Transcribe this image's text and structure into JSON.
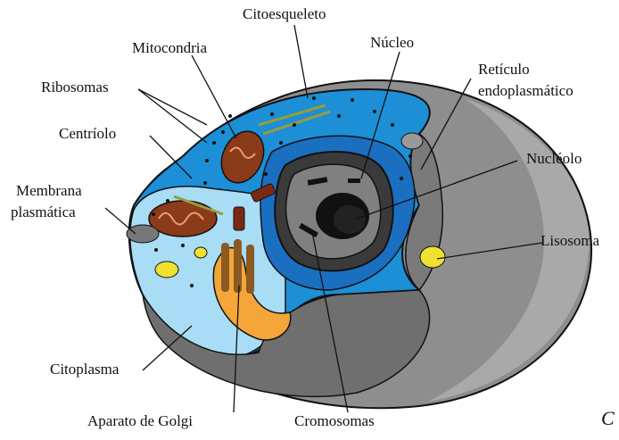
{
  "labels": {
    "citoesqueleto": "Citoesqueleto",
    "mitocondria": "Mitocondria",
    "nucleo": "Núcleo",
    "ribosomas": "Ribosomas",
    "reticulo_1": "Retículo",
    "reticulo_2": "endoplasmático",
    "centriolo": "Centríolo",
    "nucleolo": "Nucléolo",
    "membrana_1": "Membrana",
    "membrana_2": "plasmática",
    "lisosoma": "Lisosoma",
    "citoplasma": "Citoplasma",
    "golgi": "Aparato de Golgi",
    "cromosomas": "Cromosomas"
  },
  "corner_letter": "C",
  "colors": {
    "outer_gray": "#8e8e8e",
    "cut_face_gray": "#6f6f6f",
    "cytoplasm_blue": "#1c8fd6",
    "cytoplasm_light": "#a9dcf5",
    "nucleus_dark": "#2a2a2a",
    "mitochondria": "#8b3a1a",
    "golgi": "#f4a63a",
    "lysosome": "#f0e030",
    "er_blue": "#1a6fc0"
  }
}
